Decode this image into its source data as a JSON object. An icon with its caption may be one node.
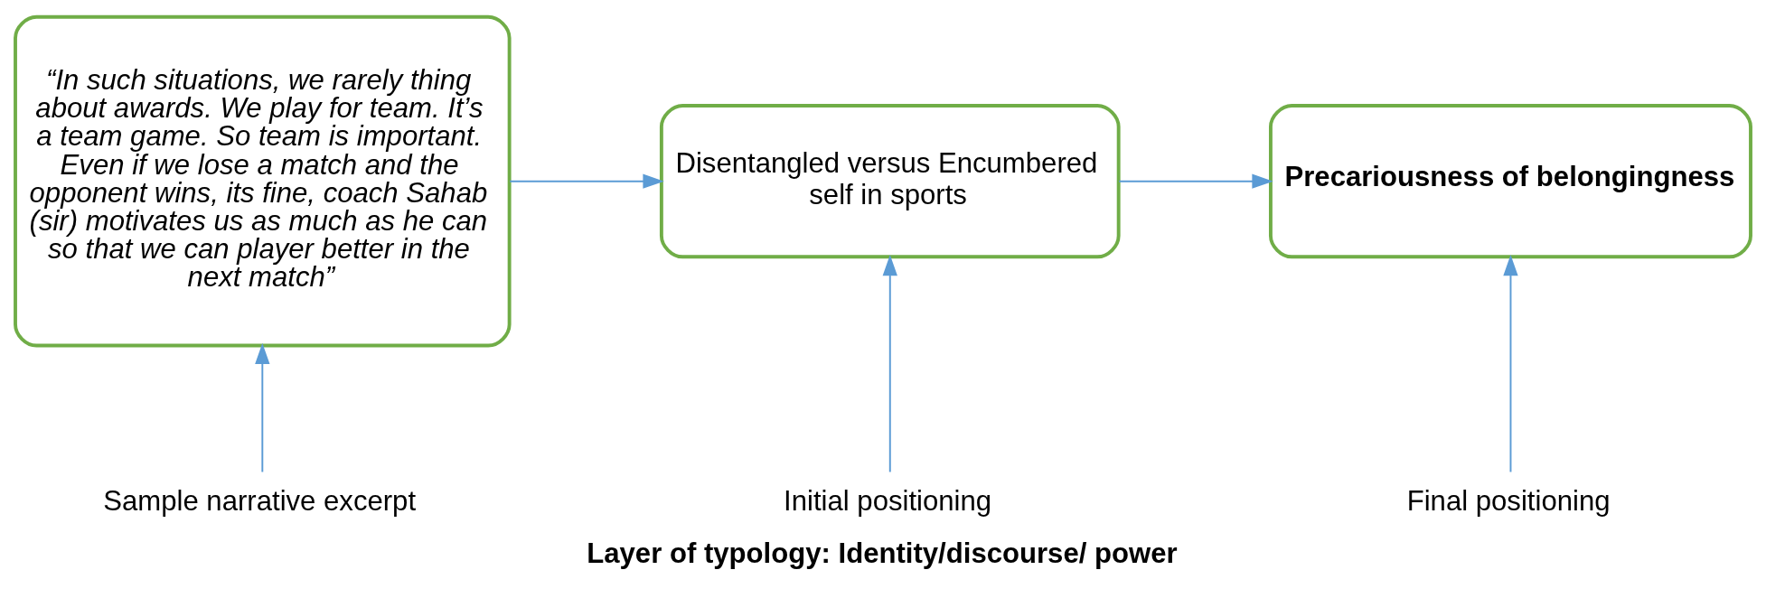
{
  "diagram": {
    "caption": "Layer of typology: Identity/discourse/ power",
    "nodes": [
      {
        "text": [
          "“In such situations, we rarely thing about awards. We play for team. It’s a team game. So team is important. Even if we lose a match and the opponent wins, its fine, coach Sahab (sir) motivates us as much as he can so that we can player better in the next match”"
        ]
      },
      {
        "text": [
          "Disentangled versus Encumbered self in sports"
        ]
      },
      {
        "text": [
          "Precariousness of belongingness"
        ]
      },
      {
        "text": [
          "Sample narrative excerpt"
        ]
      },
      {
        "text": [
          "Initial positioning"
        ]
      },
      {
        "text": [
          "Final positioning"
        ]
      }
    ],
    "edges": [
      {
        "from": 0,
        "to": 1,
        "arrow": "to"
      },
      {
        "from": 1,
        "to": 2,
        "arrow": "to"
      },
      {
        "from": 3,
        "to": 0,
        "arrow": "to"
      },
      {
        "from": 4,
        "to": 1,
        "arrow": "to"
      },
      {
        "from": 5,
        "to": 2,
        "arrow": "to"
      }
    ]
  }
}
